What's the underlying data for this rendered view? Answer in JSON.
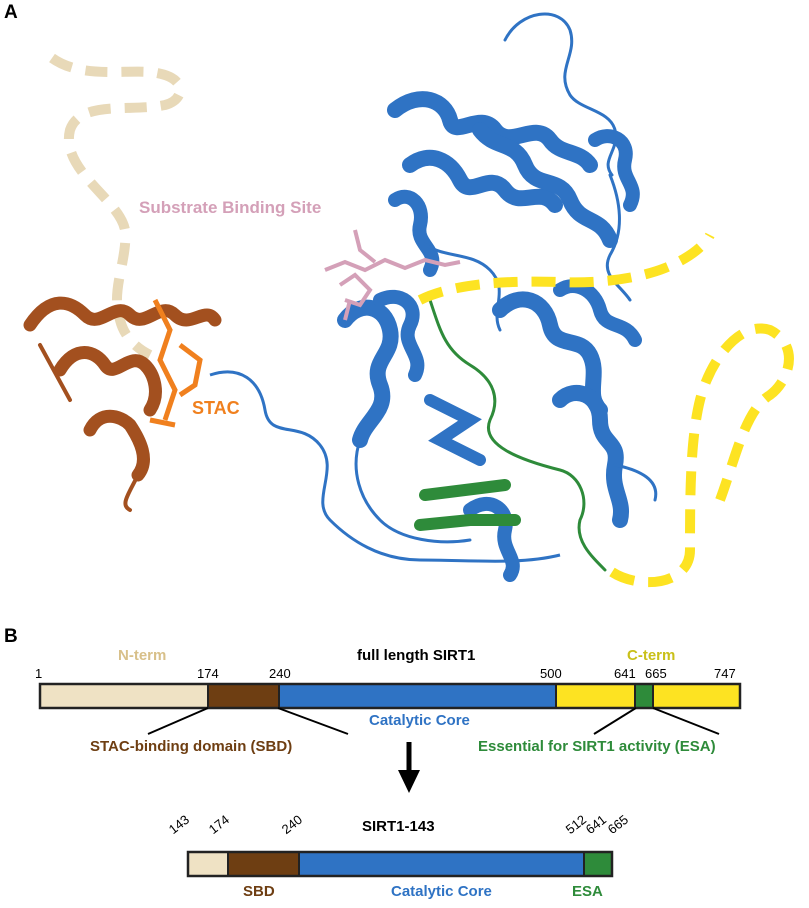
{
  "panel_a": {
    "letter": "A",
    "substrate_label": "Substrate Binding Site",
    "stac_label": "STAC"
  },
  "panel_b": {
    "letter": "B",
    "full_length": {
      "title": "full length SIRT1",
      "n_term_label": "N-term",
      "c_term_label": "C-term",
      "positions": [
        "1",
        "174",
        "240",
        "500",
        "641",
        "665",
        "747"
      ],
      "segments": [
        {
          "start": 1,
          "end": 174,
          "color": "#efe2c4"
        },
        {
          "start": 174,
          "end": 240,
          "color": "#6e3e12"
        },
        {
          "start": 240,
          "end": 500,
          "color": "#2f73c4"
        },
        {
          "start": 500,
          "end": 641,
          "color": "#fde322"
        },
        {
          "start": 641,
          "end": 665,
          "color": "#2e8b3a"
        },
        {
          "start": 665,
          "end": 747,
          "color": "#fde322"
        }
      ],
      "catalytic_label": "Catalytic Core",
      "sbd_label": "STAC-binding domain (SBD)",
      "esa_label": "Essential for SIRT1 activity (ESA)"
    },
    "truncated": {
      "title": "SIRT1-143",
      "positions": [
        "143",
        "174",
        "240",
        "512",
        "641",
        "665"
      ],
      "segments": [
        {
          "start": 143,
          "end": 174,
          "color": "#efe2c4"
        },
        {
          "start": 174,
          "end": 240,
          "color": "#6e3e12"
        },
        {
          "start": 240,
          "end": 512,
          "color": "#2f73c4"
        },
        {
          "start": 512,
          "end": 665,
          "color": "#2e8b3a"
        }
      ],
      "sbd_label": "SBD",
      "catalytic_label": "Catalytic Core",
      "esa_label": "ESA"
    }
  },
  "colors": {
    "nterm_text": "#d8c08a",
    "cterm_text": "#c9c019",
    "sbd_text": "#6e3e12",
    "catalytic_text": "#2f73c4",
    "esa_text": "#2e8b3a",
    "substrate_text": "#d4a0b8",
    "stac_text": "#f0801e",
    "protein_blue": "#2f73c4",
    "sbd_rust": "#a3501f",
    "dash_tan": "#e8d9b8",
    "dash_yellow": "#fde322"
  }
}
